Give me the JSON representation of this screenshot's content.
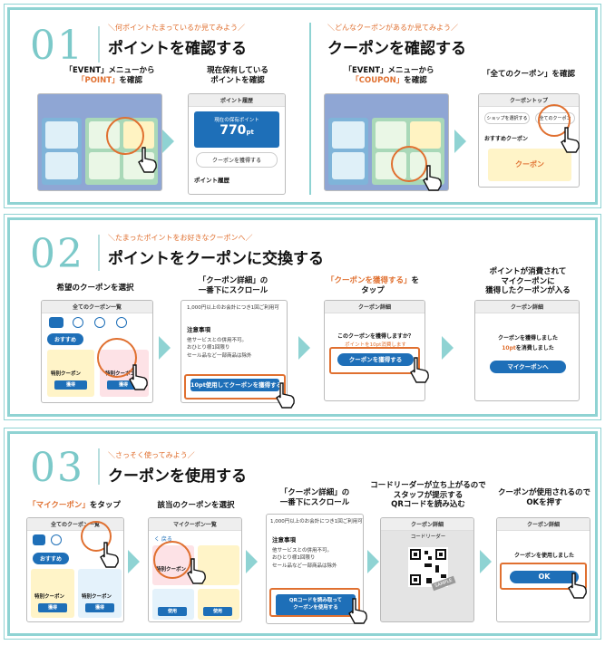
{
  "colors": {
    "accent": "#e07030",
    "teal": "#8fd3d3",
    "blue": "#1e6fb8"
  },
  "s1": {
    "num": "01",
    "left": {
      "sub": "＼何ポイントたまっているか見てみよう／",
      "title": "ポイントを確認する",
      "cap1a": "「EVENT」メニューから",
      "cap1b": "「POINT」",
      "cap1c": "を確認",
      "cap2a": "現在保有している",
      "cap2b": "ポイントを確認",
      "hist": "ポイント履歴",
      "own": "現在の保有ポイント",
      "pts": "770",
      "unit": "pt",
      "getbtn": "クーポンを獲得する",
      "hist2": "ポイント履歴"
    },
    "right": {
      "sub": "＼どんなクーポンがあるか見てみよう／",
      "title": "クーポンを確認する",
      "cap1a": "「EVENT」メニューから",
      "cap1b": "「COUPON」",
      "cap1c": "を確認",
      "cap2": "「全てのクーポン」を確認",
      "top": "クーポントップ",
      "shop": "ショップを選択する",
      "all": "全てのクーポン",
      "rec": "おすすめクーポン",
      "coupon": "クーポン"
    }
  },
  "s2": {
    "num": "02",
    "sub": "＼たまったポイントをお好きなクーポンへ／",
    "title": "ポイントをクーポンに交換する",
    "cap1": "希望のクーポンを選択",
    "cap2a": "「クーポン詳細」の",
    "cap2b": "一番下にスクロール",
    "cap3a": "「クーポンを獲得する」",
    "cap3b": "を",
    "cap3c": "タップ",
    "cap4a": "ポイントが消費されて",
    "cap4b": "マイクーポンに",
    "cap4c": "獲得したクーポンが入る",
    "list": "全てのクーポン一覧",
    "osusume": "おすすめ",
    "tokubetsu": "特別クーポン",
    "kakutoku": "獲得",
    "cond": "1,000円以上のお会計につき1回ご利用可",
    "notice": "注意事項",
    "n1": "他サービスとの併用不可。",
    "n2": "おひとり様1回限り",
    "n3": "セール品など一部商品は除外",
    "usebtn": "10pt使用してクーポンを獲得する",
    "detail": "クーポン詳細",
    "q": "このクーポンを獲得しますか？",
    "q2": "ポイントを10pt消費します",
    "getbtn": "クーポンを獲得する",
    "detail2": "クーポン詳細",
    "done1": "クーポンを獲得しました",
    "done2": "10pt",
    "done3": "を消費しました",
    "mybtn": "マイクーポンへ"
  },
  "s3": {
    "num": "03",
    "sub": "＼さっそく使ってみよう／",
    "title": "クーポンを使用する",
    "cap1a": "「マイクーポン」",
    "cap1b": "をタップ",
    "cap2": "該当のクーポンを選択",
    "cap3a": "「クーポン詳細」の",
    "cap3b": "一番下にスクロール",
    "cap4a": "コードリーダーが立ち上がるので",
    "cap4b": "スタッフが提示する",
    "cap4c": "QRコードを読み込む",
    "cap5a": "クーポンが使用されるので",
    "cap5b": "OKを押す",
    "list": "全てのクーポン一覧",
    "osusume": "おすすめ",
    "tokubetsu": "特別クーポン",
    "kakutoku": "獲得",
    "mylist": "マイクーポン一覧",
    "back": "く 戻る",
    "tokubetsu2": "特別クーポン",
    "use": "使用",
    "cond": "1,000円以上のお会計につき1回ご利用可",
    "notice": "注意事項",
    "n1": "他サービスとの併用不可。",
    "n2": "おひとり様1回限り",
    "n3": "セール品など一部商品は除外",
    "qrbtn1": "QRコードを読み取って",
    "qrbtn2": "クーポンを使用する",
    "detail": "クーポン詳細",
    "reader": "コードリーダー",
    "sample": "SAMPLE",
    "detail2": "クーポン詳細",
    "usedmsg": "クーポンを使用しました",
    "ok": "OK"
  }
}
